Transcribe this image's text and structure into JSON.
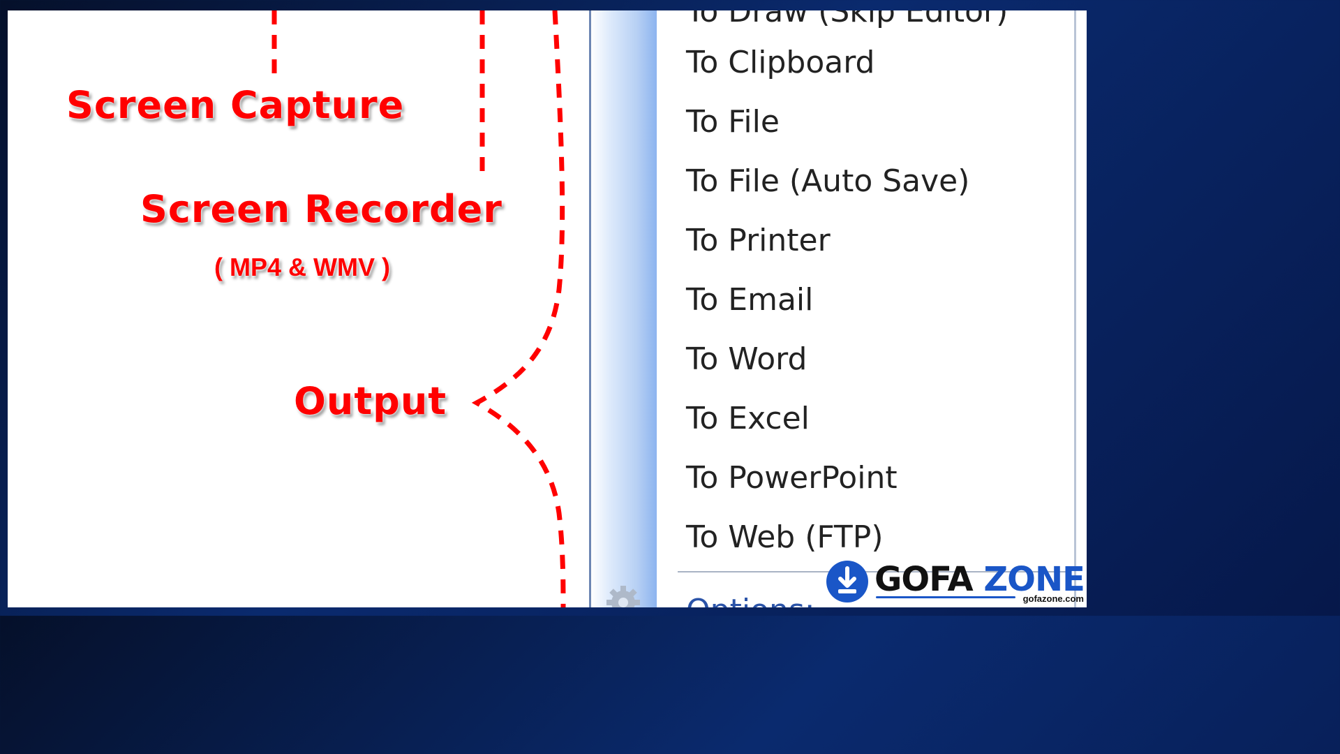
{
  "annotations": {
    "screen_capture": "Screen Capture",
    "screen_recorder": "Screen Recorder",
    "recorder_formats": "( MP4 & WMV )",
    "output": "Output"
  },
  "menu": {
    "items": [
      {
        "label": "To Draw (Skip Editor)"
      },
      {
        "label": "To Clipboard"
      },
      {
        "label": "To File"
      },
      {
        "label": "To File (Auto Save)"
      },
      {
        "label": "To Printer"
      },
      {
        "label": "To Email"
      },
      {
        "label": "To Word"
      },
      {
        "label": "To Excel"
      },
      {
        "label": "To PowerPoint"
      },
      {
        "label": "To Web (FTP)"
      }
    ],
    "options_label": "Options:",
    "options_icon": "gear-icon"
  },
  "watermark": {
    "brand_part1": "GOFA",
    "brand_part2": "ZONE",
    "domain": "gofazone.com",
    "icon": "download-icon"
  },
  "colors": {
    "annotation_red": "#ff0000",
    "menu_text": "#222222",
    "brand_blue": "#1a56c7",
    "page_background": "#0a2a6e"
  }
}
